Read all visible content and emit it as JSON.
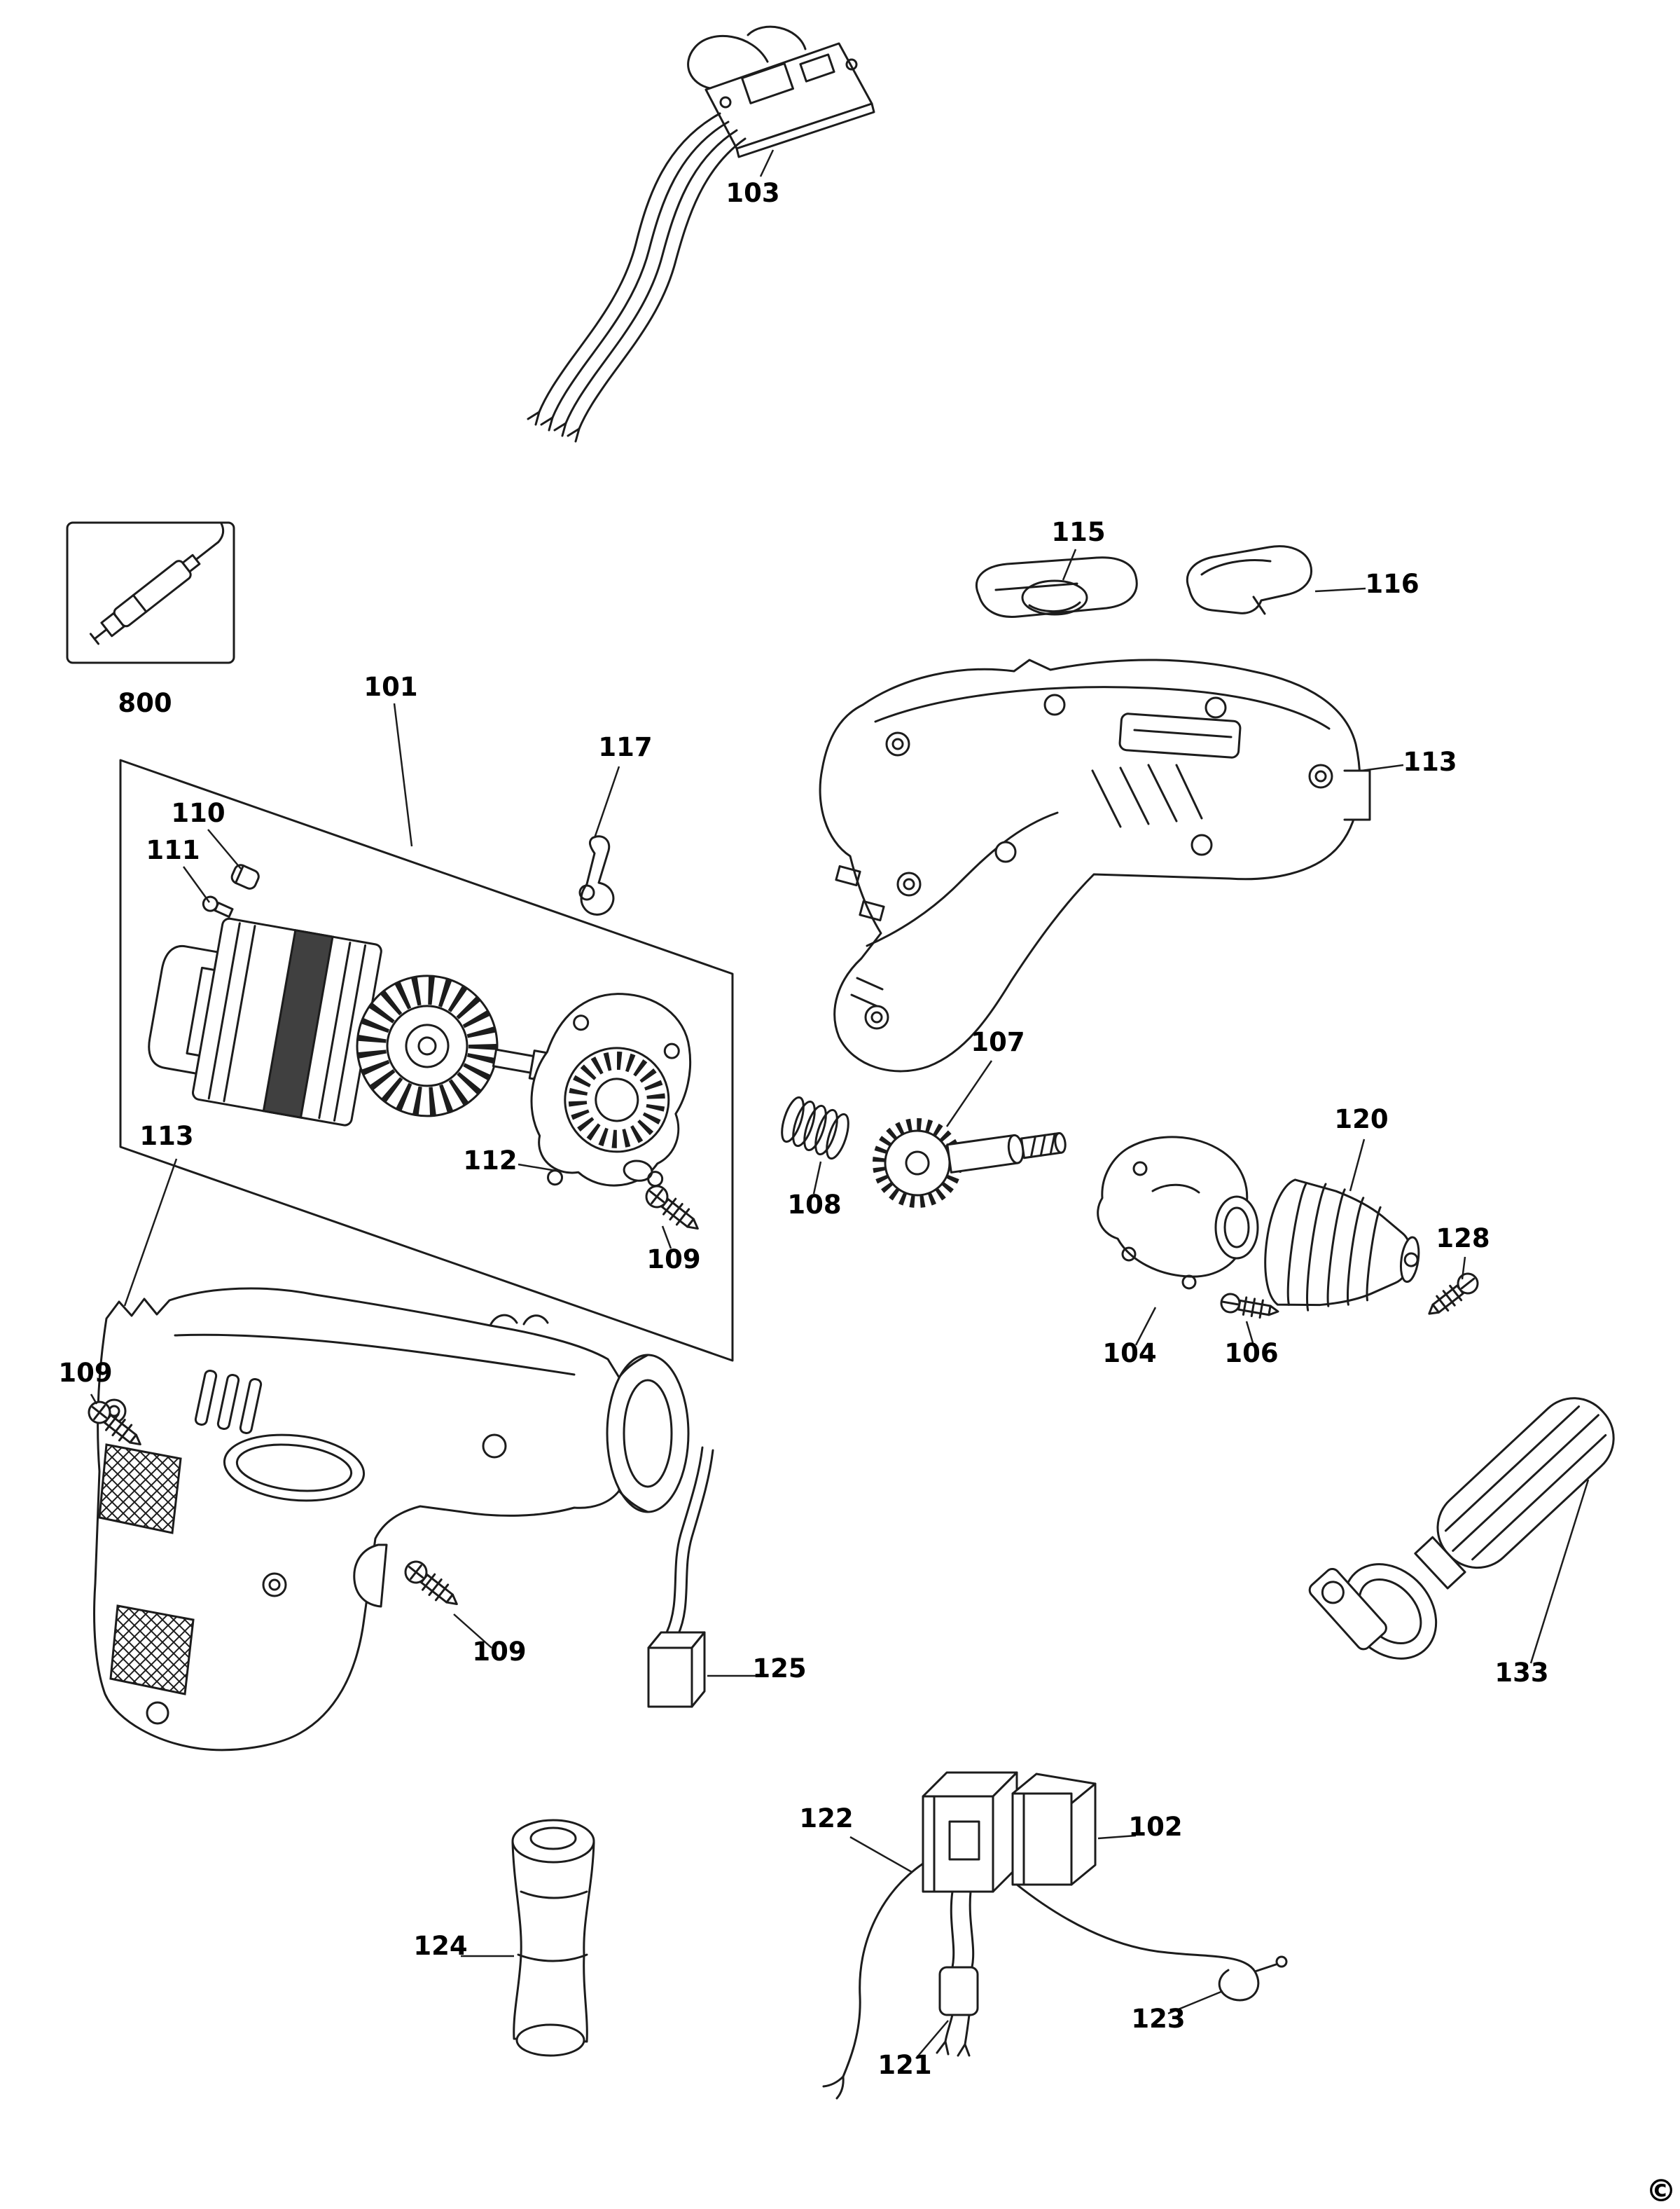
{
  "page": {
    "background": "#ffffff",
    "line_color": "#1c1c1c",
    "copyright": "©"
  },
  "labels": {
    "l103": "103",
    "l800": "800",
    "l101": "101",
    "l110": "110",
    "l111": "111",
    "l117": "117",
    "l112": "112",
    "l109a": "109",
    "l115": "115",
    "l116": "116",
    "l113a": "113",
    "l107": "107",
    "l108": "108",
    "l104": "104",
    "l106": "106",
    "l120": "120",
    "l128": "128",
    "l113b": "113",
    "l109b": "109",
    "l109c": "109",
    "l125": "125",
    "l133": "133",
    "l124": "124",
    "l122": "122",
    "l102": "102",
    "l121": "121",
    "l123": "123"
  },
  "parts": {
    "103": "circuit-board-with-lead-wires",
    "800": "grease-tube",
    "101": "motor-assembly",
    "110": "brush-cap",
    "111": "brush-screw",
    "117": "retaining-clip",
    "112": "bearing-support",
    "109": "screw",
    "115": "slider-button",
    "116": "lock-button",
    "113": "clamshell-housing",
    "107": "spindle-gear",
    "108": "spring",
    "104": "gear-housing",
    "106": "screw",
    "120": "chuck",
    "128": "chuck-screw",
    "125": "capacitor",
    "133": "side-handle",
    "124": "handle-grip",
    "122": "lead-wire",
    "102": "switch",
    "121": "lead-wire",
    "123": "lead-wire"
  }
}
